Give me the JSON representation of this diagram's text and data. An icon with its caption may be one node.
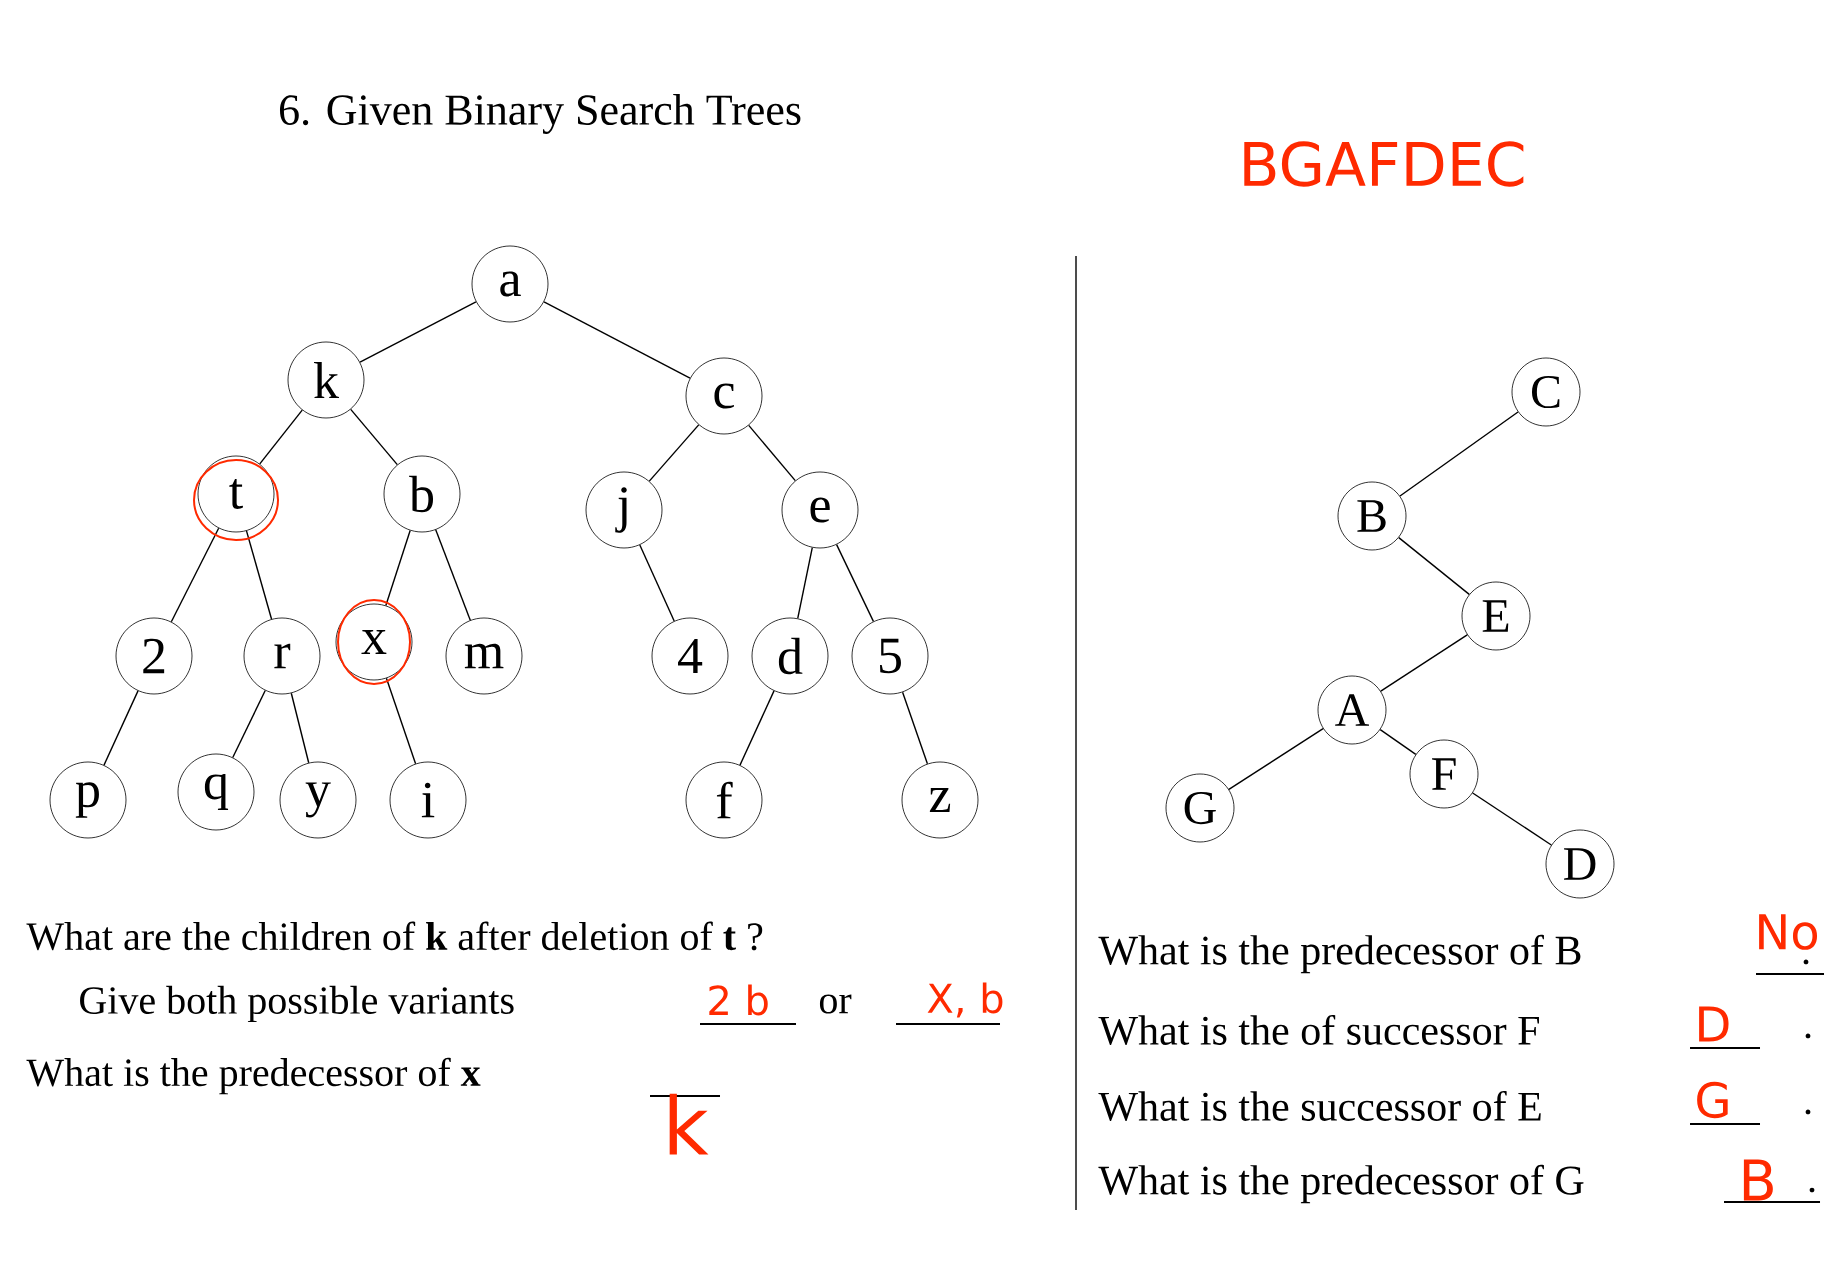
{
  "diagram": {
    "title": "6. Given Binary Search Trees",
    "nodes": [
      {
        "text": [
          "a"
        ]
      },
      {
        "text": [
          "k"
        ]
      },
      {
        "text": [
          "c"
        ]
      },
      {
        "text": [
          "t"
        ]
      },
      {
        "text": [
          "b"
        ]
      },
      {
        "text": [
          "j"
        ]
      },
      {
        "text": [
          "e"
        ]
      },
      {
        "text": [
          "2"
        ]
      },
      {
        "text": [
          "r"
        ]
      },
      {
        "text": [
          "x"
        ]
      },
      {
        "text": [
          "m"
        ]
      },
      {
        "text": [
          "4"
        ]
      },
      {
        "text": [
          "d"
        ]
      },
      {
        "text": [
          "5"
        ]
      },
      {
        "text": [
          "p"
        ]
      },
      {
        "text": [
          "q"
        ]
      },
      {
        "text": [
          "y"
        ]
      },
      {
        "text": [
          "i"
        ]
      },
      {
        "text": [
          "f"
        ]
      },
      {
        "text": [
          "z"
        ]
      },
      {
        "text": [
          "C"
        ]
      },
      {
        "text": [
          "B"
        ]
      },
      {
        "text": [
          "E"
        ]
      },
      {
        "text": [
          "A"
        ]
      },
      {
        "text": [
          "F"
        ]
      },
      {
        "text": [
          "G"
        ]
      },
      {
        "text": [
          "D"
        ]
      }
    ],
    "edges": [
      {
        "from": 0,
        "to": 1,
        "arrow": "none"
      },
      {
        "from": 0,
        "to": 2,
        "arrow": "none"
      },
      {
        "from": 1,
        "to": 3,
        "arrow": "none"
      },
      {
        "from": 1,
        "to": 4,
        "arrow": "none"
      },
      {
        "from": 2,
        "to": 5,
        "arrow": "none"
      },
      {
        "from": 2,
        "to": 6,
        "arrow": "none"
      },
      {
        "from": 3,
        "to": 7,
        "arrow": "none"
      },
      {
        "from": 3,
        "to": 8,
        "arrow": "none"
      },
      {
        "from": 4,
        "to": 9,
        "arrow": "none"
      },
      {
        "from": 4,
        "to": 10,
        "arrow": "none"
      },
      {
        "from": 5,
        "to": 11,
        "arrow": "none"
      },
      {
        "from": 6,
        "to": 12,
        "arrow": "none"
      },
      {
        "from": 6,
        "to": 13,
        "arrow": "none"
      },
      {
        "from": 7,
        "to": 14,
        "arrow": "none"
      },
      {
        "from": 8,
        "to": 15,
        "arrow": "none"
      },
      {
        "from": 8,
        "to": 16,
        "arrow": "none"
      },
      {
        "from": 9,
        "to": 17,
        "arrow": "none"
      },
      {
        "from": 12,
        "to": 18,
        "arrow": "none"
      },
      {
        "from": 13,
        "to": 19,
        "arrow": "none"
      },
      {
        "from": 20,
        "to": 21,
        "arrow": "none"
      },
      {
        "from": 21,
        "to": 22,
        "arrow": "none"
      },
      {
        "from": 22,
        "to": 23,
        "arrow": "none"
      },
      {
        "from": 23,
        "to": 25,
        "arrow": "none"
      },
      {
        "from": 23,
        "to": 24,
        "arrow": "none"
      },
      {
        "from": 24,
        "to": 26,
        "arrow": "none"
      }
    ],
    "labels": [
      "BGAFDEC",
      "What are the children of **k** after deletion of **t** ?",
      "Give both possible  variants",
      "2 b",
      "or",
      "X, b",
      "What is the predecessor of **x**",
      "k",
      "What is the predecessor of B",
      "No",
      ".",
      "What is the of successor F",
      "D",
      ".",
      "What is the successor of E",
      "G",
      ".",
      "What is the predecessor of G",
      "B",
      "."
    ]
  }
}
